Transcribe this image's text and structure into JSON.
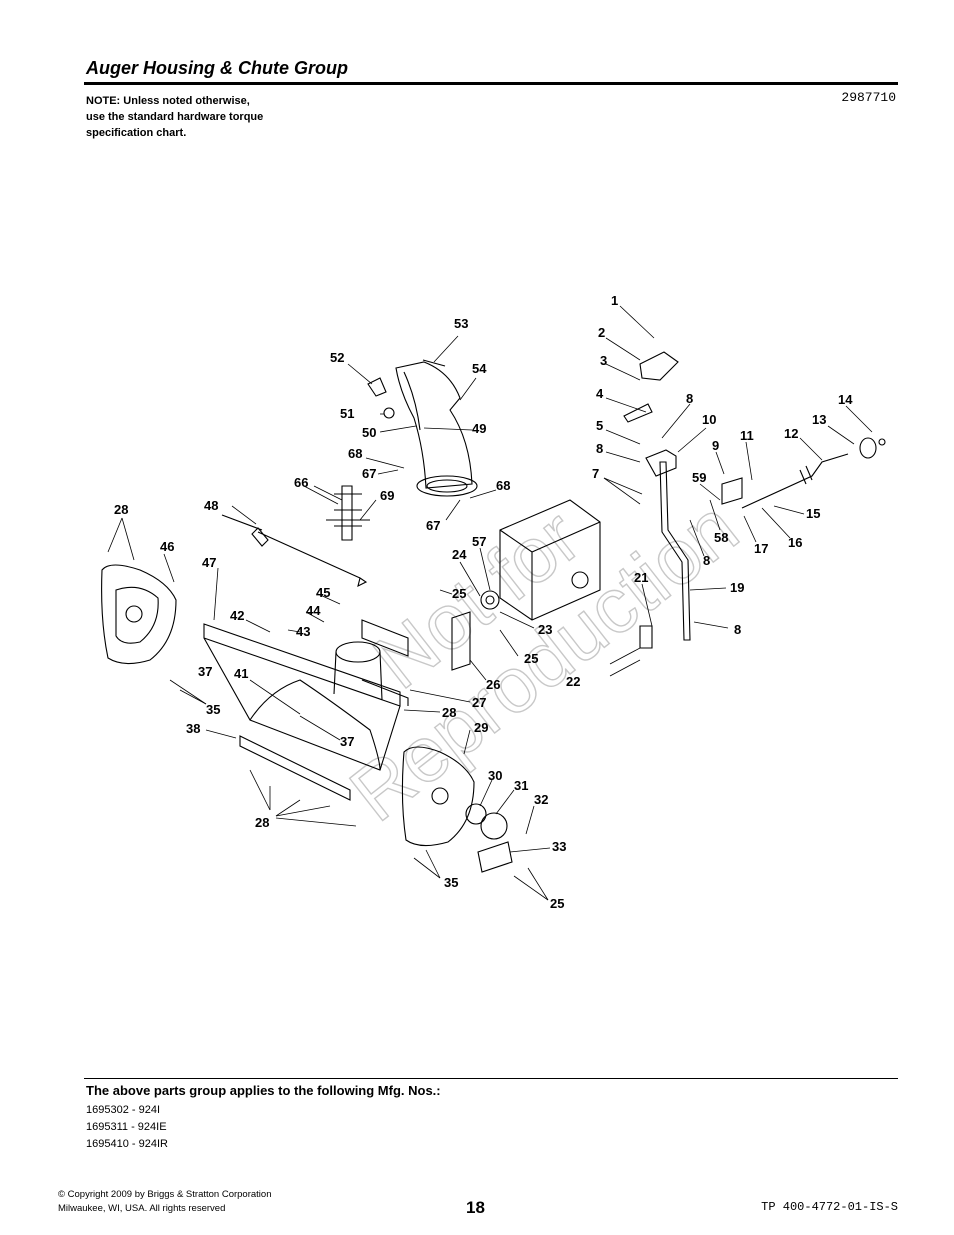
{
  "header": {
    "title": "Auger Housing & Chute Group",
    "note": "NOTE: Unless noted otherwise,\nuse the standard hardware torque\nspecification chart.",
    "figure_id": "2987710"
  },
  "diagram": {
    "watermark": [
      "Not for",
      "Reproduction"
    ],
    "callouts": [
      "1",
      "2",
      "3",
      "4",
      "5",
      "7",
      "8",
      "8",
      "8",
      "8",
      "9",
      "10",
      "11",
      "12",
      "13",
      "14",
      "15",
      "16",
      "17",
      "19",
      "21",
      "22",
      "23",
      "24",
      "25",
      "25",
      "25",
      "25",
      "26",
      "27",
      "28",
      "28",
      "28",
      "29",
      "30",
      "31",
      "32",
      "33",
      "35",
      "35",
      "37",
      "37",
      "38",
      "41",
      "42",
      "43",
      "44",
      "45",
      "46",
      "47",
      "48",
      "49",
      "50",
      "51",
      "52",
      "53",
      "54",
      "57",
      "58",
      "59",
      "66",
      "67",
      "67",
      "68",
      "68",
      "69"
    ]
  },
  "footer": {
    "applies_title": "The above parts group applies to the following Mfg. Nos.:",
    "mfg_numbers": [
      "1695302 - 924I",
      "1695311 - 924IE",
      "1695410 - 924IR"
    ],
    "copyright_line1": "© Copyright  2009 by Briggs & Stratton Corporation",
    "copyright_line2": "Milwaukee, WI, USA. All rights reserved",
    "page_number": "18",
    "doc_code": "TP 400-4772-01-IS-S"
  }
}
